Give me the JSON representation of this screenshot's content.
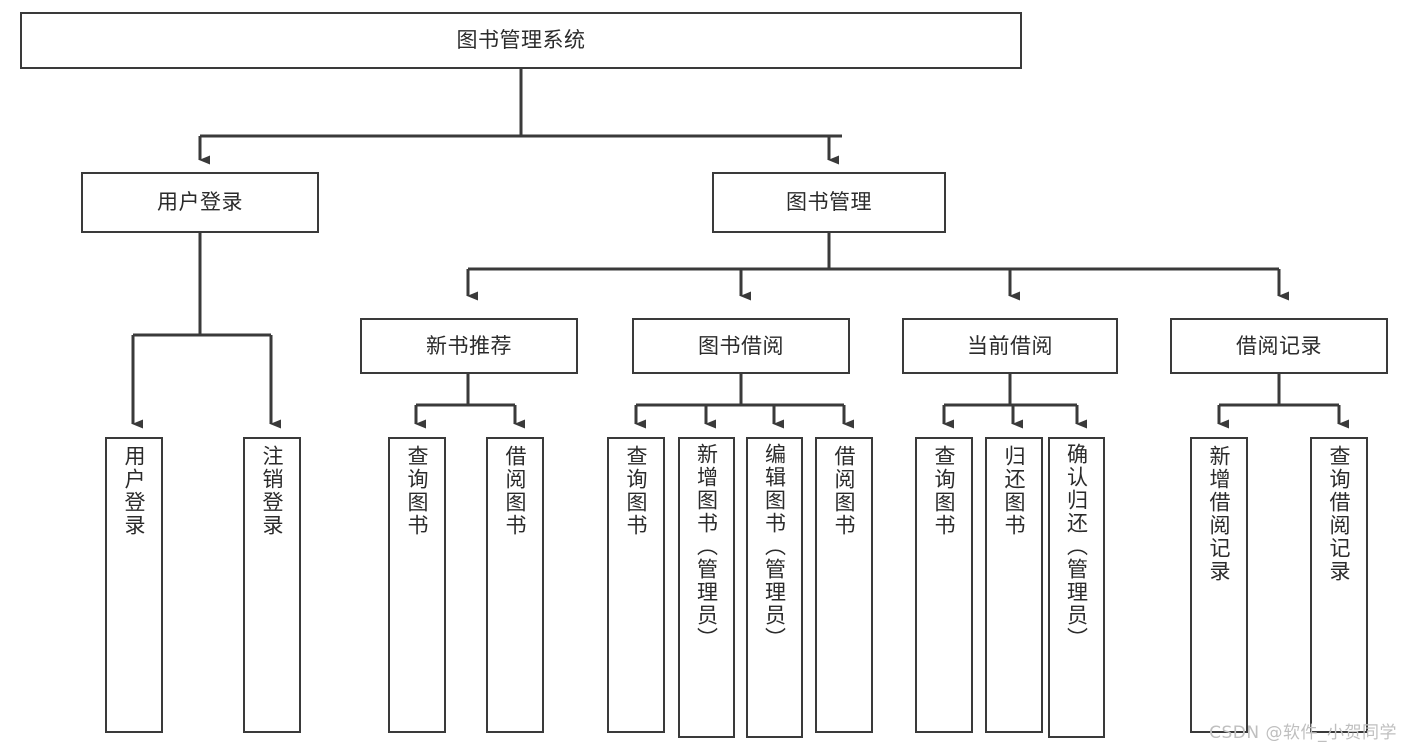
{
  "diagram": {
    "type": "tree-hierarchy",
    "title": "图书管理系统",
    "watermark": "CSDN @软件_小贺同学",
    "colors": {
      "background": "#ffffff",
      "node_border": "#3a3a3a",
      "node_fill": "#ffffff",
      "connector": "#3a3a3a",
      "text": "#2b2b2b",
      "watermark": "#bfbfbf"
    },
    "root": {
      "label": "图书管理系统"
    },
    "level1": [
      {
        "label": "用户登录"
      },
      {
        "label": "图书管理"
      }
    ],
    "level2": [
      {
        "label": "新书推荐"
      },
      {
        "label": "图书借阅"
      },
      {
        "label": "当前借阅"
      },
      {
        "label": "借阅记录"
      }
    ],
    "leaves": {
      "user_login": [
        {
          "label": "用户登录"
        },
        {
          "label": "注销登录"
        }
      ],
      "new_book_recommend": [
        {
          "label": "查询图书"
        },
        {
          "label": "借阅图书"
        }
      ],
      "book_borrow": [
        {
          "label": "查询图书"
        },
        {
          "label": "新增图书（管理员）"
        },
        {
          "label": "编辑图书（管理员）"
        },
        {
          "label": "借阅图书"
        }
      ],
      "current_borrow": [
        {
          "label": "查询图书"
        },
        {
          "label": "归还图书"
        },
        {
          "label": "确认归还（管理员）"
        }
      ],
      "borrow_record": [
        {
          "label": "新增借阅记录"
        },
        {
          "label": "查询借阅记录"
        }
      ]
    }
  }
}
